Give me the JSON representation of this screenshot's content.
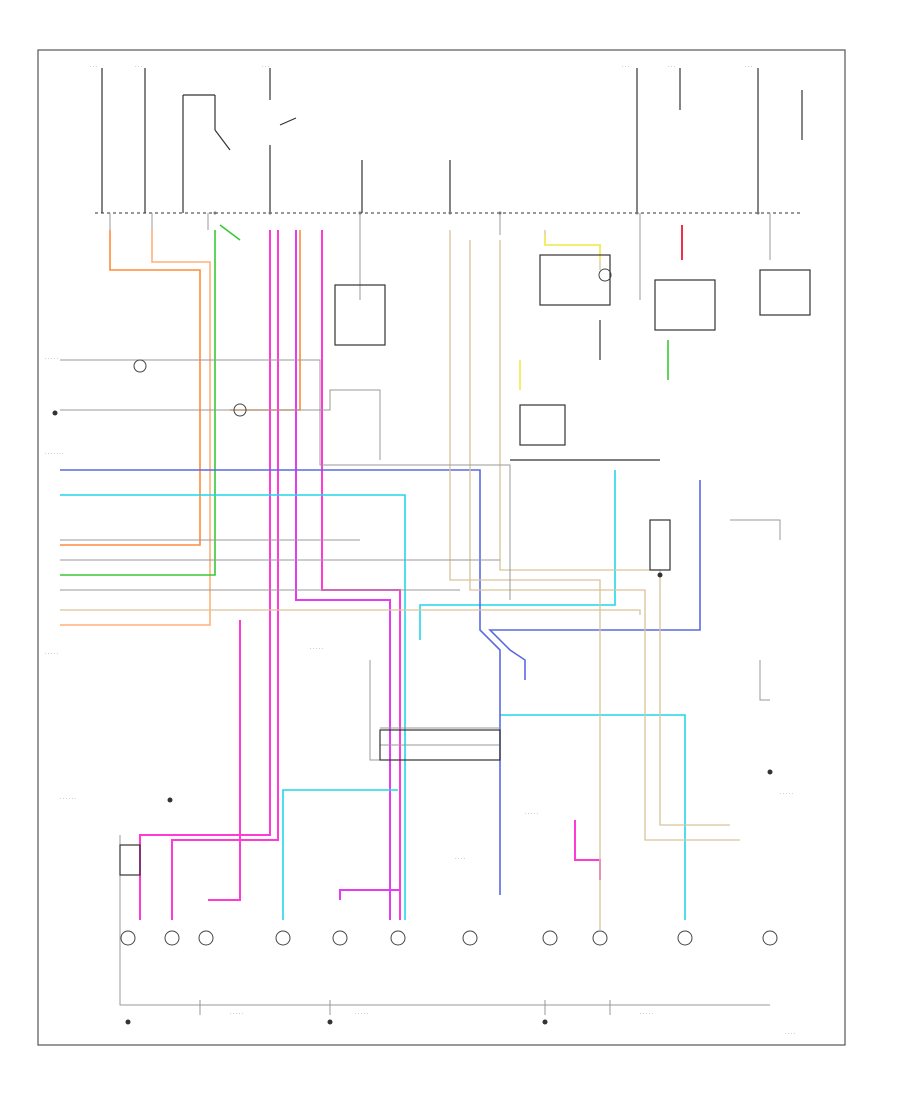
{
  "diagram": {
    "figure_code": "",
    "wire_colors": {
      "orange": "#ff8c3a",
      "light_orange": "#ffb07a",
      "green": "#39c935",
      "pink": "#ff3bd7",
      "magenta": "#e43cf0",
      "cyan": "#22d6e8",
      "blue": "#5b6be0",
      "tan": "#d9c49a",
      "yellow": "#f2ec4a",
      "red": "#f0304a",
      "black": "#333333",
      "gray": "#9a9a9a"
    },
    "icons": [
      "ground-symbol",
      "bulb-symbol",
      "switch-symbol",
      "connector-symbol",
      "fuse-symbol"
    ]
  }
}
